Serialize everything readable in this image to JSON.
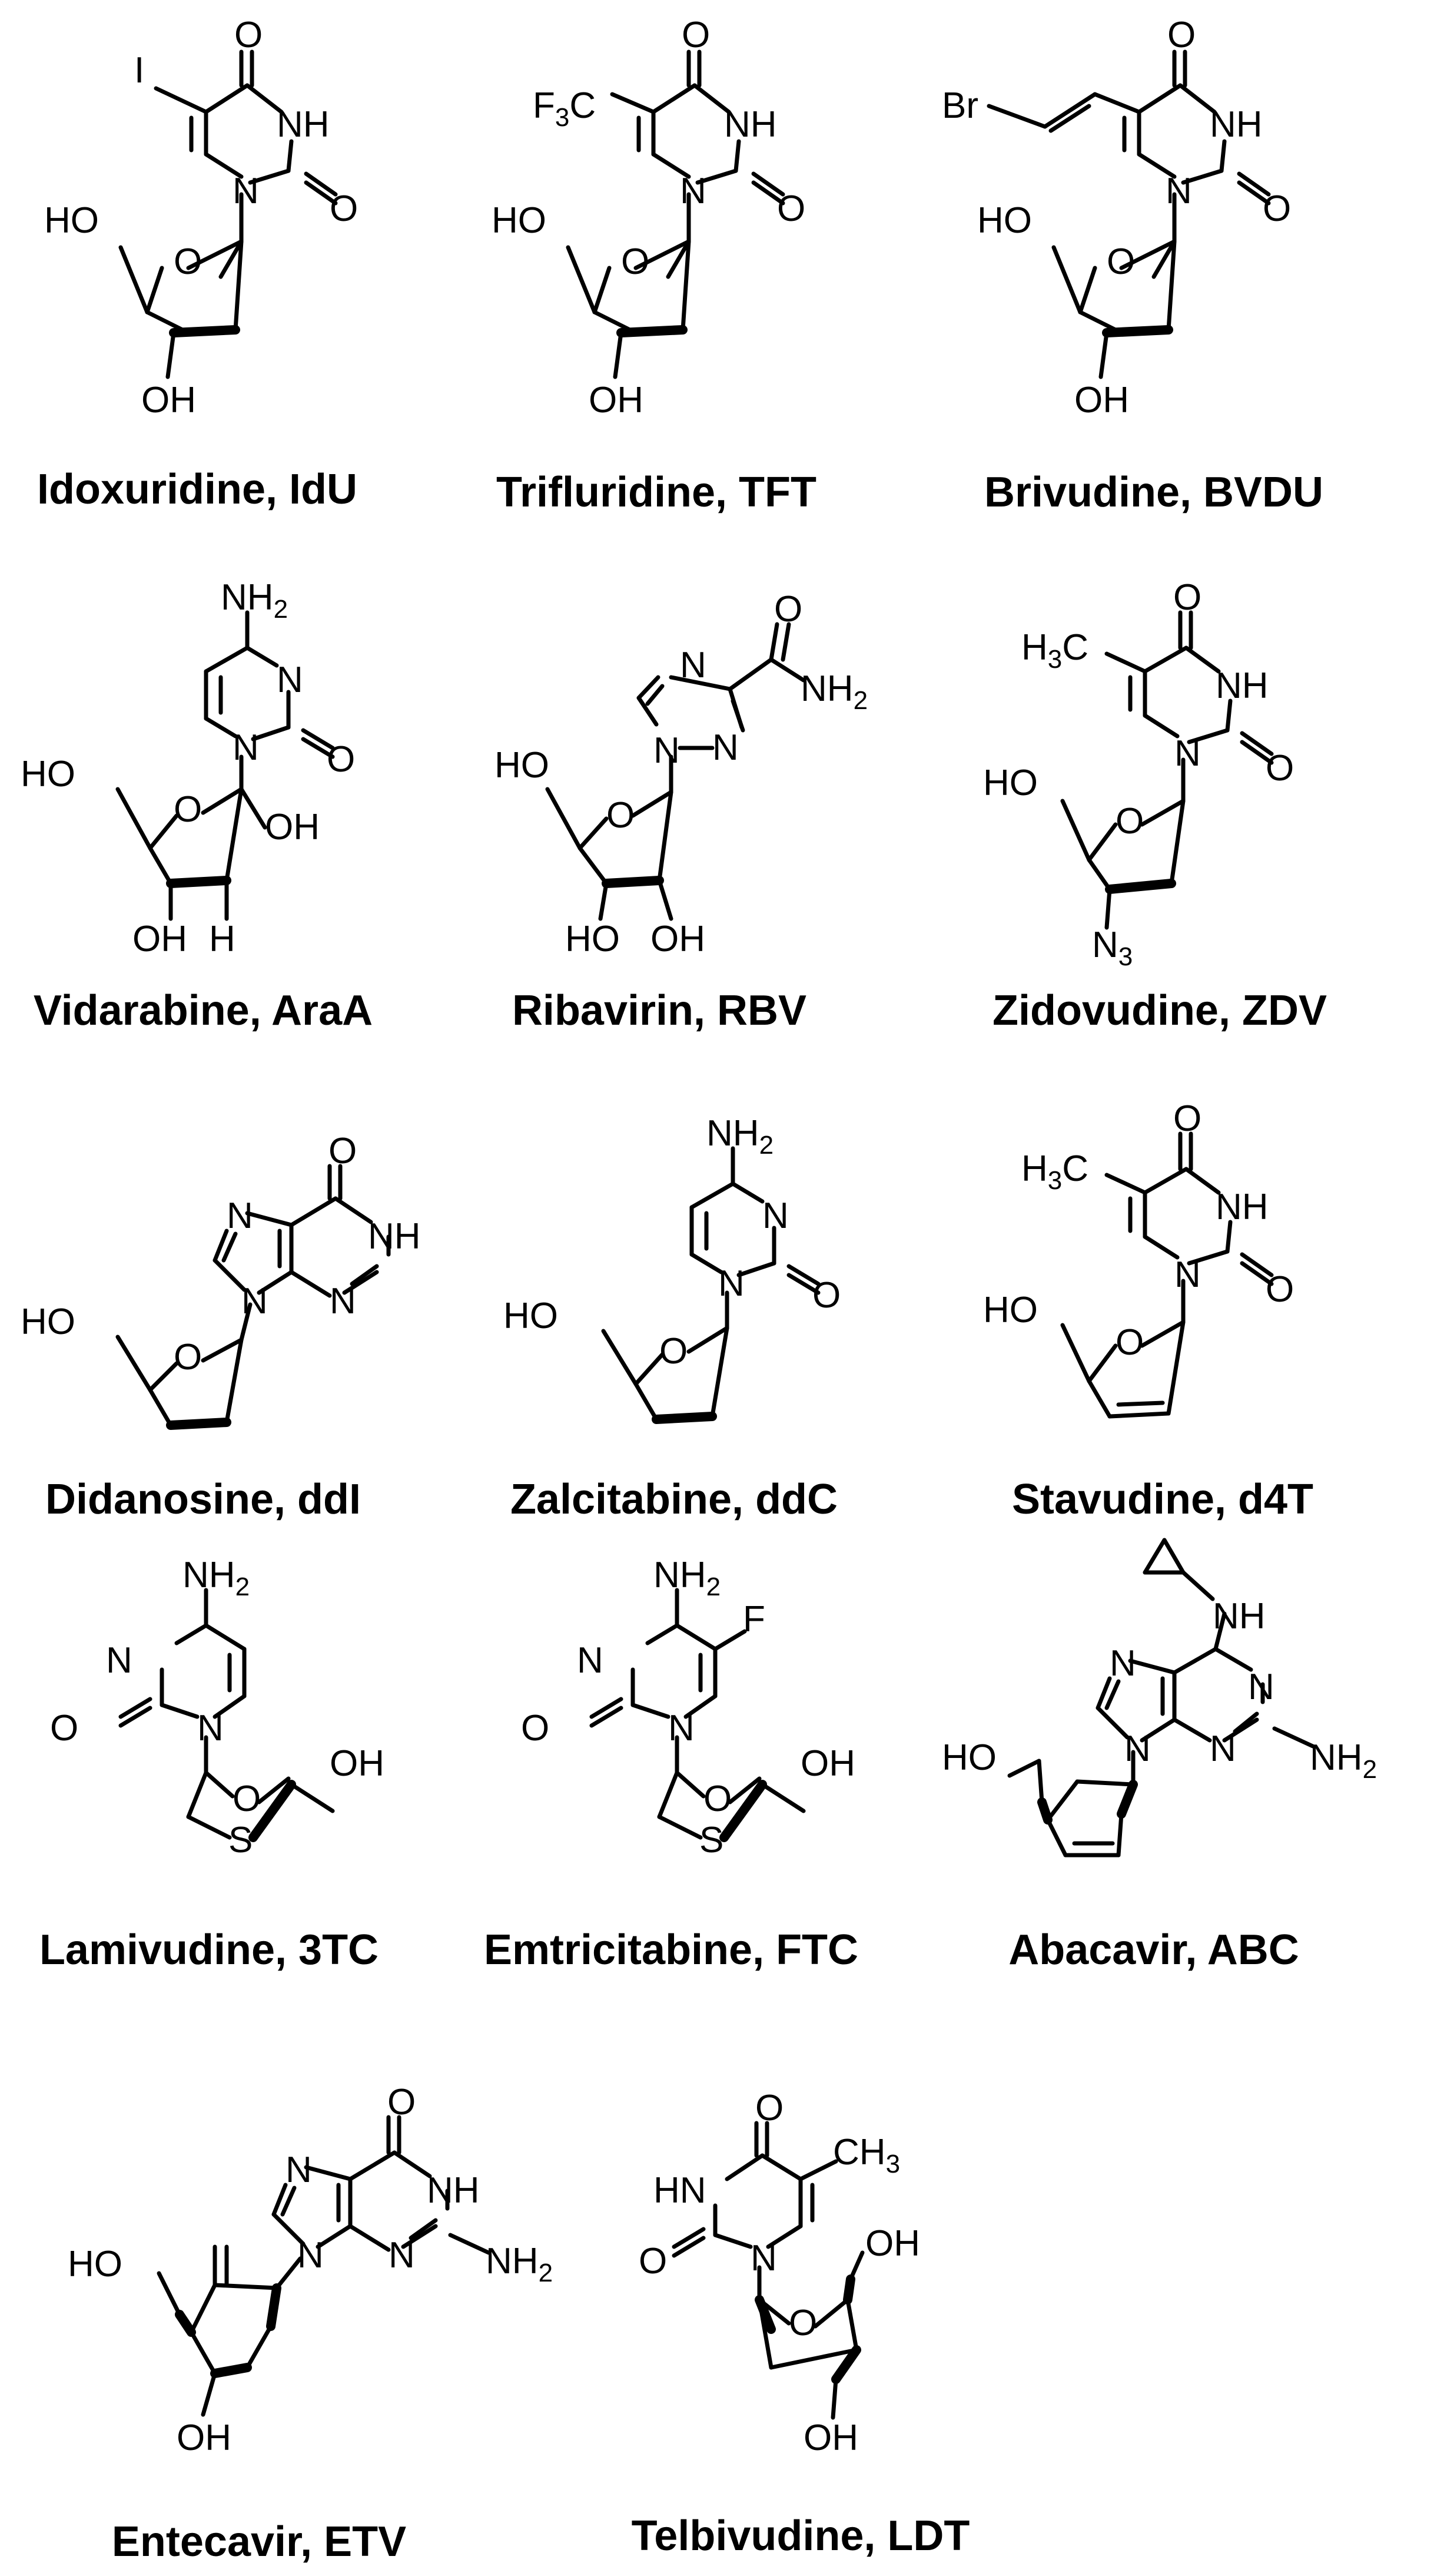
{
  "compounds": [
    {
      "name": "Idoxuridine, IdU",
      "atoms": {
        "o_top": "O",
        "nh": "NH",
        "o_right": "O",
        "n1": "N",
        "o_ring": "O",
        "subst": "I",
        "ho": "HO",
        "oh": "OH"
      }
    },
    {
      "name": "Trifluridine, TFT",
      "atoms": {
        "o_top": "O",
        "nh": "NH",
        "o_right": "O",
        "n1": "N",
        "o_ring": "O",
        "subst_main": "F",
        "subst_sub": "3",
        "subst_tail": "C",
        "ho": "HO",
        "oh": "OH"
      }
    },
    {
      "name": "Brivudine, BVDU",
      "atoms": {
        "o_top": "O",
        "nh": "NH",
        "o_right": "O",
        "n1": "N",
        "o_ring": "O",
        "subst": "Br",
        "ho": "HO",
        "oh": "OH"
      }
    },
    {
      "name": "Vidarabine, AraA",
      "atoms": {
        "nh2_main": "NH",
        "nh2_sub": "2",
        "n3": "N",
        "o_right": "O",
        "n1": "N",
        "o_ring": "O",
        "ho": "HO",
        "oh_right": "OH",
        "oh_bottom": "OH",
        "h": "H"
      }
    },
    {
      "name": "Ribavirin, RBV",
      "atoms": {
        "n4": "N",
        "n2": "N",
        "n1": "N",
        "o_amide": "O",
        "nh2_main": "NH",
        "nh2_sub": "2",
        "o_ring": "O",
        "ho": "HO",
        "ho_bottom": "HO",
        "oh": "OH"
      }
    },
    {
      "name": "Zidovudine, ZDV",
      "atoms": {
        "o_top": "O",
        "nh": "NH",
        "o_right": "O",
        "n1": "N",
        "o_ring": "O",
        "me_main": "H",
        "me_sub": "3",
        "me_tail": "C",
        "ho": "HO",
        "n3_main": "N",
        "n3_sub": "3"
      }
    },
    {
      "name": "Didanosine, ddI",
      "atoms": {
        "o_top": "O",
        "nh": "NH",
        "n_imid": "N",
        "n_pyr": "N",
        "n9": "N",
        "o_ring": "O",
        "ho": "HO"
      }
    },
    {
      "name": "Zalcitabine, ddC",
      "atoms": {
        "nh2_main": "NH",
        "nh2_sub": "2",
        "n3": "N",
        "o_right": "O",
        "n1": "N",
        "o_ring": "O",
        "ho": "HO"
      }
    },
    {
      "name": "Stavudine, d4T",
      "atoms": {
        "o_top": "O",
        "nh": "NH",
        "o_right": "O",
        "n1": "N",
        "o_ring": "O",
        "me_main": "H",
        "me_sub": "3",
        "me_tail": "C",
        "ho": "HO"
      }
    },
    {
      "name": "Lamivudine, 3TC",
      "atoms": {
        "nh2_main": "NH",
        "nh2_sub": "2",
        "n3": "N",
        "o_left": "O",
        "n1": "N",
        "o_ring": "O",
        "s": "S",
        "oh": "OH"
      }
    },
    {
      "name": "Emtricitabine, FTC",
      "atoms": {
        "nh2_main": "NH",
        "nh2_sub": "2",
        "n3": "N",
        "o_left": "O",
        "n1": "N",
        "f": "F",
        "o_ring": "O",
        "s": "S",
        "oh": "OH"
      }
    },
    {
      "name": "Abacavir, ABC",
      "atoms": {
        "nh": "NH",
        "n_imid": "N",
        "n_pyr1": "N",
        "n_pyr3": "N",
        "n9": "N",
        "nh2_main": "NH",
        "nh2_sub": "2",
        "ho": "HO"
      }
    },
    {
      "name": "Entecavir, ETV",
      "atoms": {
        "o_top": "O",
        "nh": "NH",
        "n_imid": "N",
        "n_pyr": "N",
        "n9": "N",
        "nh2_main": "NH",
        "nh2_sub": "2",
        "ho": "HO",
        "oh": "OH"
      }
    },
    {
      "name": "Telbivudine, LDT",
      "atoms": {
        "o_top": "O",
        "hn": "HN",
        "o_left": "O",
        "n1": "N",
        "me_main": "CH",
        "me_sub": "3",
        "o_ring": "O",
        "oh_right": "OH",
        "oh_bottom": "OH"
      }
    }
  ]
}
